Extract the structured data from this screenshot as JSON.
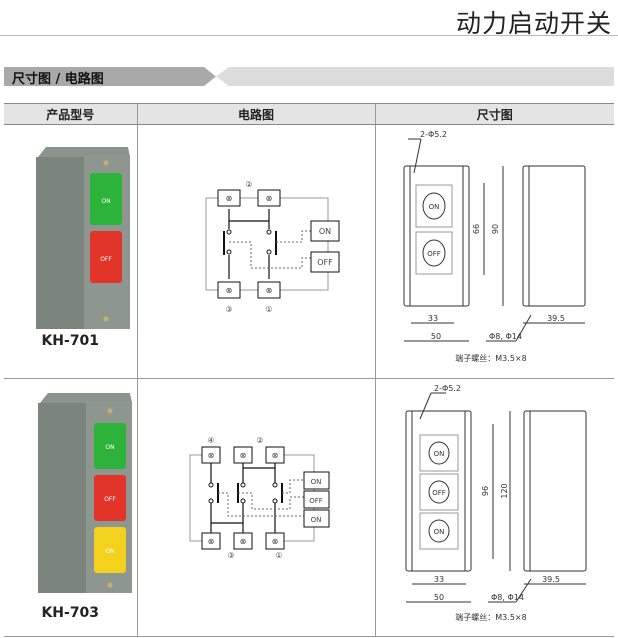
{
  "header": {
    "title": "动力启动开关",
    "section": "尺寸图 / 电路图"
  },
  "table": {
    "columns": [
      "产品型号",
      "电路图",
      "尺寸图"
    ],
    "rows": [
      {
        "model": "KH-701",
        "buttons": [
          {
            "label": "ON",
            "color": "#2db33a"
          },
          {
            "label": "OFF",
            "color": "#e3342a"
          }
        ],
        "circuit": {
          "terminals": [
            "②",
            "③",
            "①"
          ],
          "boxes": [
            "ON",
            "OFF"
          ]
        },
        "dims": {
          "holes": "2-Φ5.2",
          "inner": "66",
          "height": "90",
          "pitch": "33",
          "width": "50",
          "depth": "39.5",
          "knockouts": "Φ8, Φ14",
          "terminal": "端子螺丝：M3.5×8",
          "btns": [
            "ON",
            "OFF"
          ]
        }
      },
      {
        "model": "KH-703",
        "buttons": [
          {
            "label": "ON",
            "color": "#2db33a"
          },
          {
            "label": "OFF",
            "color": "#e3342a"
          },
          {
            "label": "ON",
            "color": "#f2d21c"
          }
        ],
        "circuit": {
          "terminals": [
            "④",
            "②",
            "③",
            "①"
          ],
          "boxes": [
            "ON",
            "OFF",
            "ON"
          ]
        },
        "dims": {
          "holes": "2-Φ5.2",
          "inner": "96",
          "height": "120",
          "pitch": "33",
          "width": "50",
          "depth": "39.5",
          "knockouts": "Φ8, Φ14",
          "terminal": "端子螺丝：M3.5×8",
          "btns": [
            "ON",
            "OFF",
            "ON"
          ]
        }
      }
    ]
  }
}
